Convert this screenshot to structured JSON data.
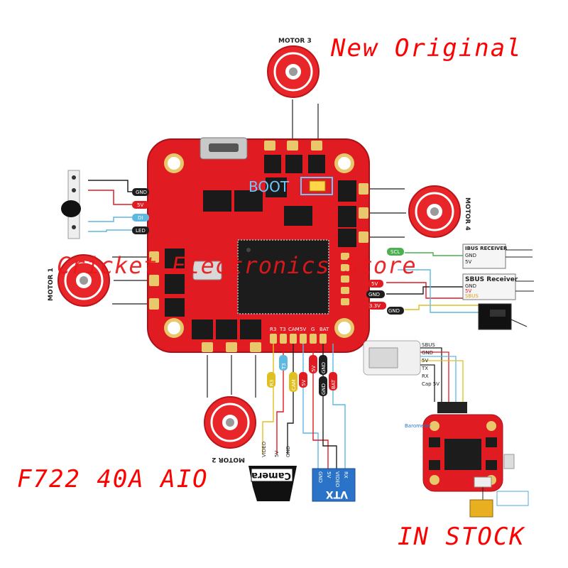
{
  "texts": {
    "new_original": "New Original",
    "watermark": "Cricket Electronics Store",
    "model": "F722 40A AIO",
    "in_stock": "IN STOCK"
  },
  "motors": {
    "m1": "MOTOR 1",
    "m2": "MOTOR 2",
    "m3": "MOTOR 3",
    "m4": "MOTOR 4"
  },
  "board": {
    "boot_label": "BOOT"
  },
  "led": {
    "gnd": "GND",
    "v5": "5V",
    "di": "DI",
    "led": "LED"
  },
  "pads_right": {
    "scl": "SCL",
    "v5": "5V",
    "gnd": "GND",
    "v33": "3.3V"
  },
  "receivers": {
    "ibus": "IBUS RECEIVER",
    "sbus": "SBUS Receiver",
    "ibus_pin1": "GND",
    "ibus_pin2": "5V",
    "sbus_pin1": "GND",
    "sbus_pin2": "5V",
    "sbus_pin3": "SBUS"
  },
  "bottom_pins": [
    "R3",
    "T3",
    "CAM",
    "5V",
    "G",
    "BAT"
  ],
  "wire_labels": [
    "R3",
    "T3",
    "CAM",
    "5V",
    "GND",
    "GND",
    "BAT"
  ],
  "camera": {
    "label": "Camera",
    "pins": [
      "VIDEO",
      "5V",
      "GND"
    ]
  },
  "vtx": {
    "label": "VTX",
    "pins": [
      "RX",
      "VIDEO",
      "5V",
      "GND"
    ]
  },
  "aux": {
    "barometer": "Barometer",
    "gps_pins": [
      "SBUS",
      "GND",
      "5V",
      "TX",
      "RX",
      "Cap 5V"
    ]
  },
  "colors": {
    "board": "#e01b22",
    "motor_red": "#e8262a",
    "overlay_red": "#ff0000"
  }
}
